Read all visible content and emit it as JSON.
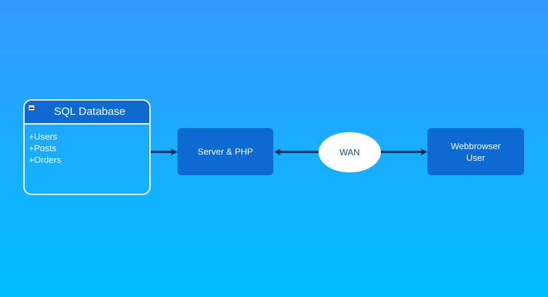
{
  "diagram": {
    "database": {
      "title": "SQL Database",
      "fields": [
        "+Users",
        "+Posts",
        "+Orders"
      ]
    },
    "server": {
      "label": "Server & PHP"
    },
    "wan": {
      "label": "WAN"
    },
    "browser": {
      "label": "Webbrowser\nUser"
    },
    "edges": [
      {
        "from": "SQL Database",
        "to": "Server & PHP"
      },
      {
        "from": "WAN",
        "to": "Server & PHP"
      },
      {
        "from": "WAN",
        "to": "Webbrowser User"
      }
    ],
    "colors": {
      "background_top": "#3399ff",
      "background_bottom": "#00bfff",
      "node_fill": "#0d6ad1",
      "edge": "#0a2a55"
    }
  }
}
